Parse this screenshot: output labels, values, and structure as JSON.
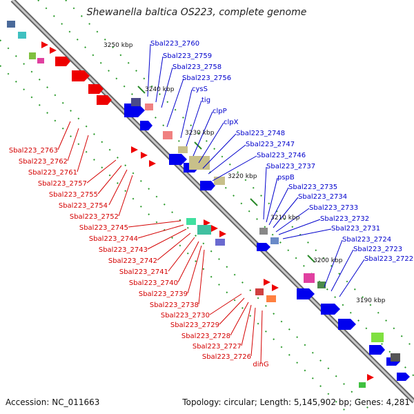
{
  "title": "Shewanella baltica OS223, complete genome",
  "footer": {
    "accession": "Accession: NC_011663",
    "topology": "Topology: circular; Length: 5,145,902 bp; Genes: 4,281"
  },
  "ticks": [
    "3250 kbp",
    "3240 kbp",
    "3230 kbp",
    "3220 kbp",
    "3210 kbp",
    "3200 kbp",
    "3190 kbp"
  ],
  "labels_forward": [
    "Sbal223_2760",
    "Sbal223_2759",
    "Sbal223_2758",
    "Sbal223_2756",
    "cysS",
    "tig",
    "clpP",
    "clpX",
    "Sbal223_2748",
    "Sbal223_2747",
    "Sbal223_2746",
    "Sbal223_2737",
    "pspB",
    "Sbal223_2735",
    "Sbal223_2734",
    "Sbal223_2733",
    "Sbal223_2732",
    "Sbal223_2731",
    "Sbal223_2724",
    "Sbal223_2723",
    "Sbal223_2722"
  ],
  "labels_reverse": [
    "Sbal223_2763",
    "Sbal223_2762",
    "Sbal223_2761",
    "Sbal223_2757",
    "Sbal223_2755",
    "Sbal223_2754",
    "Sbal223_2752",
    "Sbal223_2745",
    "Sbal223_2744",
    "Sbal223_2743",
    "Sbal223_2742",
    "Sbal223_2741",
    "Sbal223_2740",
    "Sbal223_2739",
    "Sbal223_2738",
    "Sbal223_2730",
    "Sbal223_2729",
    "Sbal223_2728",
    "Sbal223_2727",
    "Sbal223_2726",
    "dinG"
  ],
  "colors": {
    "forward_label": "#0000cc",
    "reverse_label": "#d40000",
    "forward_gene": "#0000ee",
    "reverse_gene": "#ee0000"
  }
}
